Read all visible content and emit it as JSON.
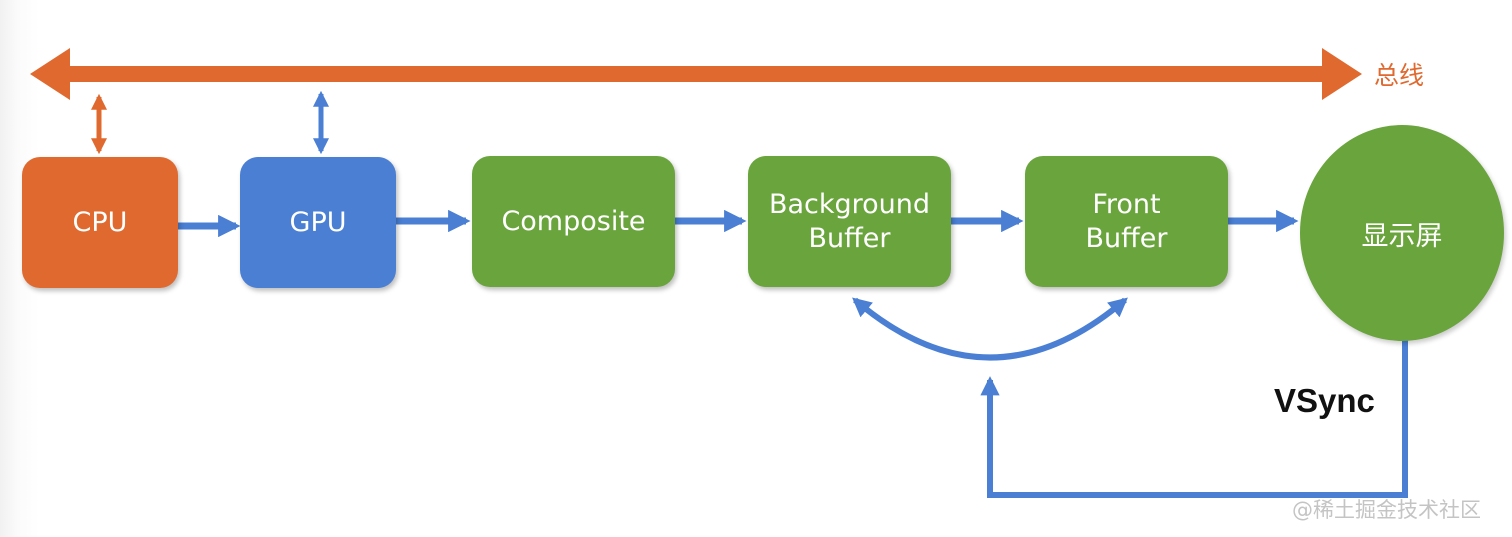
{
  "nodes": {
    "cpu": "CPU",
    "gpu": "GPU",
    "composite": "Composite",
    "background_buffer": "Background\nBuffer",
    "front_buffer": "Front\nBuffer",
    "display": "显示屏"
  },
  "labels": {
    "bus": "总线",
    "vsync": "VSync"
  },
  "watermark": "@稀土掘金技术社区",
  "colors": {
    "cpu": "#e0692f",
    "gpu": "#4a7fd4",
    "green_node": "#6aa43c",
    "bus_arrow": "#e0692f",
    "flow_arrow": "#4a7fd4"
  }
}
